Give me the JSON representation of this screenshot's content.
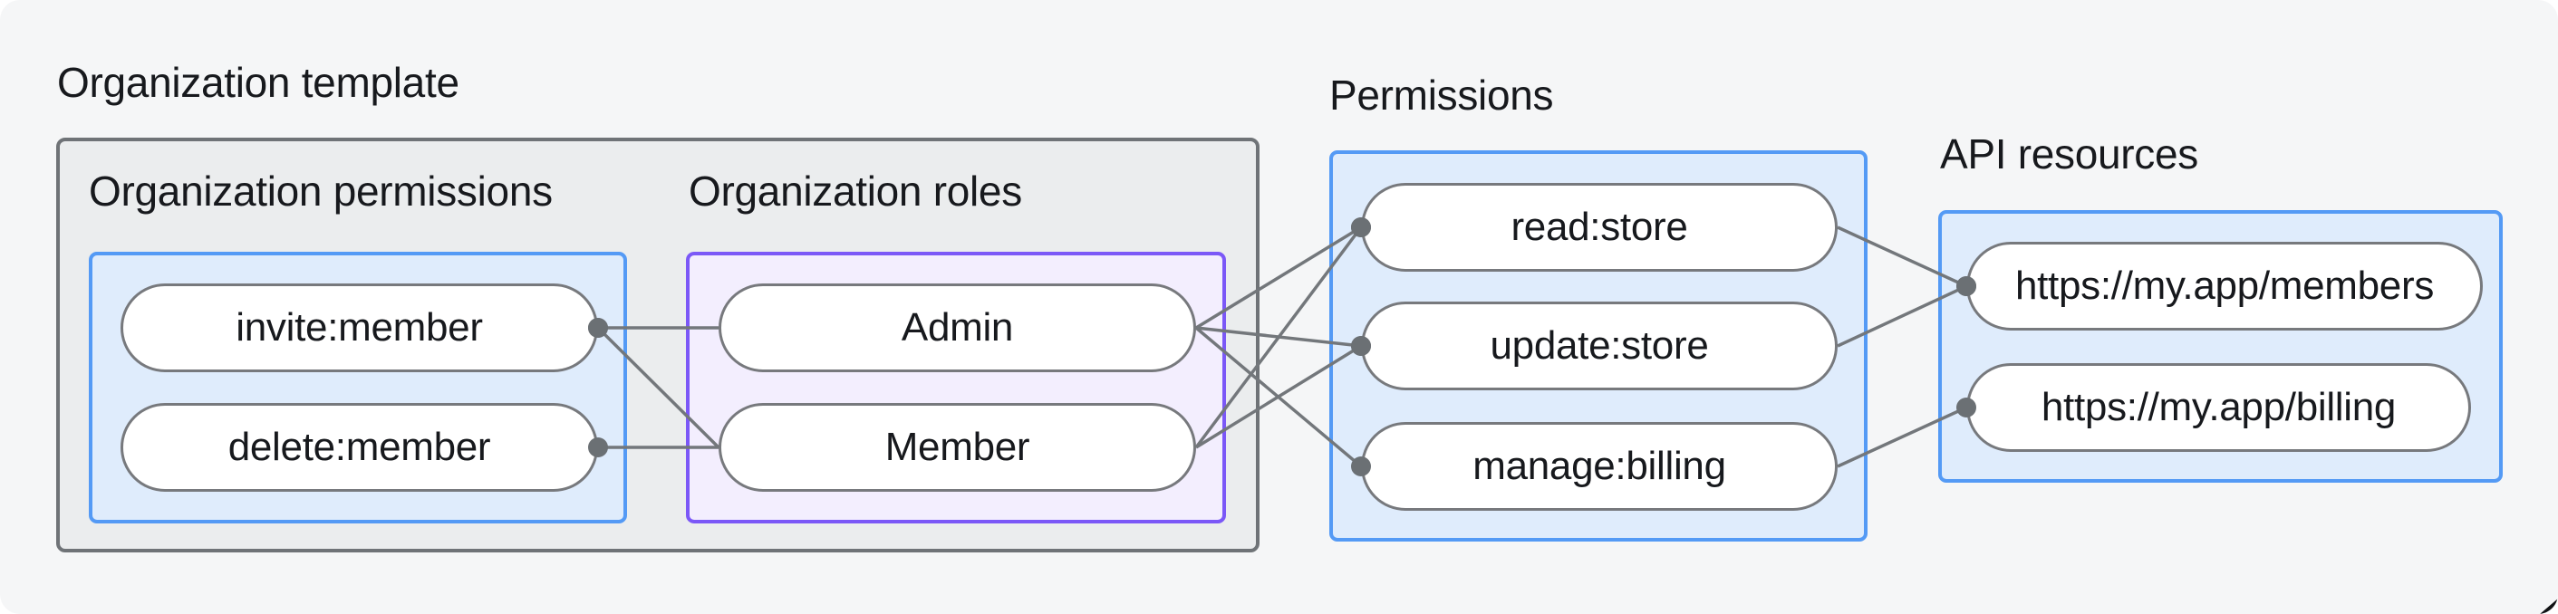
{
  "labels": {
    "organization_template": "Organization template",
    "organization_permissions": "Organization permissions",
    "organization_roles": "Organization roles",
    "permissions": "Permissions",
    "api_resources": "API resources"
  },
  "nodes": {
    "invite_member": "invite:member",
    "delete_member": "delete:member",
    "admin": "Admin",
    "member": "Member",
    "read_store": "read:store",
    "update_store": "update:store",
    "manage_billing": "manage:billing",
    "api_members": "https://my.app/members",
    "api_billing": "https://my.app/billing"
  },
  "edges": [
    {
      "from": "invite_member",
      "to": "admin",
      "dot": "from"
    },
    {
      "from": "invite_member",
      "to": "member",
      "dot": "from"
    },
    {
      "from": "delete_member",
      "to": "member",
      "dot": "from"
    },
    {
      "from": "admin",
      "to": "read_store",
      "dot": "to"
    },
    {
      "from": "admin",
      "to": "update_store",
      "dot": "to"
    },
    {
      "from": "admin",
      "to": "manage_billing",
      "dot": "to"
    },
    {
      "from": "member",
      "to": "read_store",
      "dot": "to"
    },
    {
      "from": "member",
      "to": "update_store",
      "dot": "to"
    },
    {
      "from": "read_store",
      "to": "api_members",
      "dot": "to"
    },
    {
      "from": "update_store",
      "to": "api_members",
      "dot": "to"
    },
    {
      "from": "manage_billing",
      "to": "api_billing",
      "dot": "to"
    }
  ],
  "colors": {
    "page_background": "#f5f6f7",
    "gray_box_fill": "#ebedee",
    "gray_box_border": "#6f7377",
    "blue_fill": "#dfecfc",
    "blue_border": "#549af5",
    "purple_fill": "#f3eefe",
    "purple_border": "#7b58f7",
    "pill_border": "#77797d",
    "line_color": "#73777b",
    "dot_color": "#6b7074",
    "text_color": "#17191d"
  }
}
